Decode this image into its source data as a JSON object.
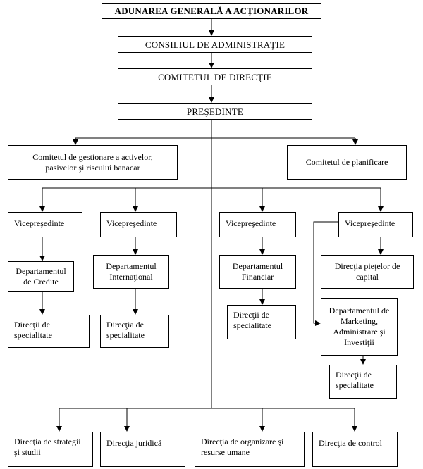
{
  "chart": {
    "general_assembly": "ADUNAREA GENERALĂ A ACŢIONARILOR",
    "board": "CONSILIUL DE ADMINISTRAŢIE",
    "management_committee": "COMITETUL DE DIRECŢIE",
    "president": "PREŞEDINTE",
    "alco_committee": "Comitetul de gestionare a activelor, pasivelor şi riscului banacar",
    "planning_committee": "Comitetul de planificare",
    "vp1": "Vicepreşedinte",
    "vp2": "Vicepreşedinte",
    "vp3": "Vicepreşedinte",
    "vp4": "Vicepreşedinte",
    "dept_credit": "Departamentul de Credite",
    "dept_international": "Departamentul Internaţional",
    "dept_financial": "Departamentul Financiar",
    "capital_markets": "Direcţia pieţelor de capital",
    "dept_marketing": "Departamentul de Marketing, Administrare şi Investiţii",
    "spec_credit": "Direcţii de specialitate",
    "spec_international": "Direcţia de specialitate",
    "spec_financial": "Direcţii de specialitate",
    "spec_marketing": "Direcţii de specialitate",
    "strategy": "Direcţia de strategii şi studii",
    "legal": "Direcţia juridică",
    "organization_hr": "Direcţia de organizare şi resurse umane",
    "control": "Direcţia de control"
  }
}
